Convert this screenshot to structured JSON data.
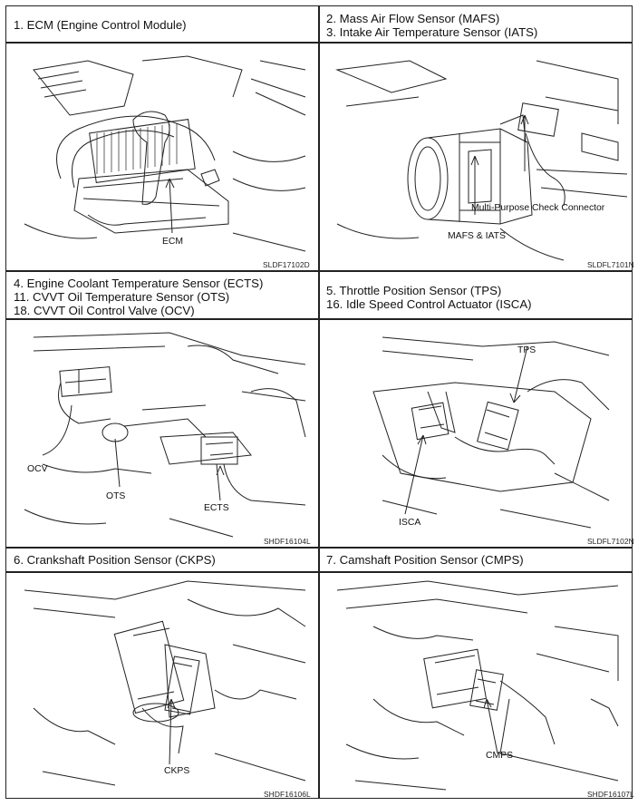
{
  "panels": [
    {
      "titles": [
        "1.  ECM (Engine Control Module)"
      ],
      "callouts": [
        "ECM"
      ],
      "figure_code": "SLDF17102D",
      "icon": "ecm-engine-illustration"
    },
    {
      "titles": [
        "2.  Mass Air Flow Sensor (MAFS)",
        "3.  Intake Air Temperature Sensor (IATS)"
      ],
      "callouts": [
        "Multi-Purpose Check Connector",
        "MAFS & IATS"
      ],
      "figure_code": "SLDFL7101N",
      "icon": "mafs-iats-illustration"
    },
    {
      "titles": [
        "4.  Engine Coolant Temperature Sensor (ECTS)",
        "11.  CVVT Oil Temperature Sensor (OTS)",
        "18.  CVVT Oil Control Valve (OCV)"
      ],
      "callouts": [
        "OCV",
        "OTS",
        "ECTS"
      ],
      "figure_code": "SHDF16104L",
      "icon": "ects-ots-ocv-illustration"
    },
    {
      "titles": [
        "5.  Throttle Position Sensor (TPS)",
        "16.  Idle Speed Control Actuator (ISCA)"
      ],
      "callouts": [
        "TPS",
        "ISCA"
      ],
      "figure_code": "SLDFL7102N",
      "icon": "tps-isca-illustration"
    },
    {
      "titles": [
        "6.  Crankshaft Position Sensor (CKPS)"
      ],
      "callouts": [
        "CKPS"
      ],
      "figure_code": "SHDF16106L",
      "icon": "ckps-illustration"
    },
    {
      "titles": [
        "7.  Camshaft Position Sensor (CMPS)"
      ],
      "callouts": [
        "CMPS"
      ],
      "figure_code": "SHDF16107L",
      "icon": "cmps-illustration"
    }
  ]
}
